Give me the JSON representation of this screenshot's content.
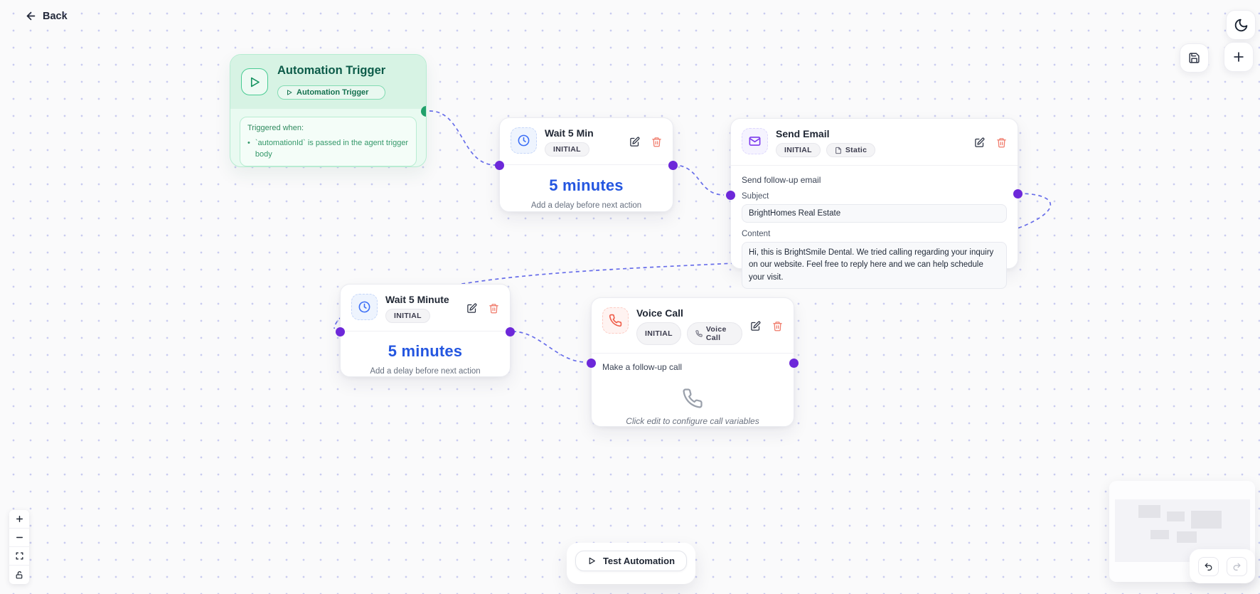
{
  "header": {
    "back_label": "Back"
  },
  "nodes": {
    "trigger": {
      "title": "Automation Trigger",
      "badge": "Automation Trigger",
      "triggered_when_label": "Triggered when:",
      "bullet": "•",
      "triggered_when_item": "`automationId` is passed in the agent trigger body"
    },
    "wait1": {
      "title": "Wait 5 Min",
      "badge": "INITIAL",
      "duration": "5 minutes",
      "description": "Add a delay before next action"
    },
    "send_email": {
      "title": "Send Email",
      "badges": [
        "INITIAL",
        "Static"
      ],
      "description": "Send follow-up email",
      "subject_label": "Subject",
      "subject_value": "BrightHomes Real Estate",
      "content_label": "Content",
      "content_value": "Hi, this is BrightSmile Dental. We tried calling regarding your inquiry on our website. Feel free to reply here and we can help schedule your visit."
    },
    "wait2": {
      "title": "Wait 5 Minute",
      "badge": "INITIAL",
      "duration": "5 minutes",
      "description": "Add a delay before next action"
    },
    "voice_call": {
      "title": "Voice Call",
      "badges": [
        "INITIAL",
        "Voice Call"
      ],
      "description": "Make a follow-up call",
      "hint": "Click edit to configure call variables"
    }
  },
  "edges": [
    {
      "source": "automation-trigger",
      "target": "wait-5-min"
    },
    {
      "source": "wait-5-min",
      "target": "send-email"
    },
    {
      "source": "send-email",
      "target": "wait-5-minute"
    },
    {
      "source": "wait-5-minute",
      "target": "voice-call"
    }
  ],
  "footer": {
    "test_button_label": "Test Automation"
  },
  "colors": {
    "edge": "#5b62e8",
    "handle": "#6d28d9",
    "trigger_handle": "#21a06b",
    "trigger_accent": "#d7f3e4",
    "duration_blue": "#2456e0",
    "delete_red": "#f07a6a",
    "email_purple": "#7c3aed",
    "voice_red": "#ef5b47",
    "wait_blue": "#3b6ef6"
  }
}
